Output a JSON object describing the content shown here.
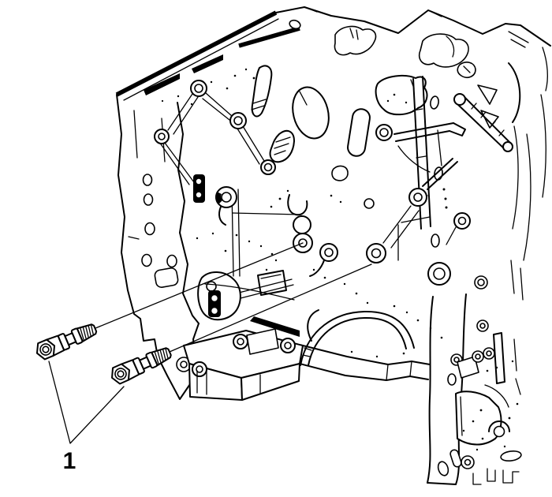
{
  "illustration": {
    "background_color": "#ffffff",
    "line_color": "#000000",
    "subject": "engine-block-line-art",
    "stud_count": 2,
    "leader_line_count": 2,
    "callouts": [
      {
        "label": "1",
        "points_to": [
          "double-ended-stud-upper",
          "double-ended-stud-lower"
        ]
      }
    ]
  }
}
